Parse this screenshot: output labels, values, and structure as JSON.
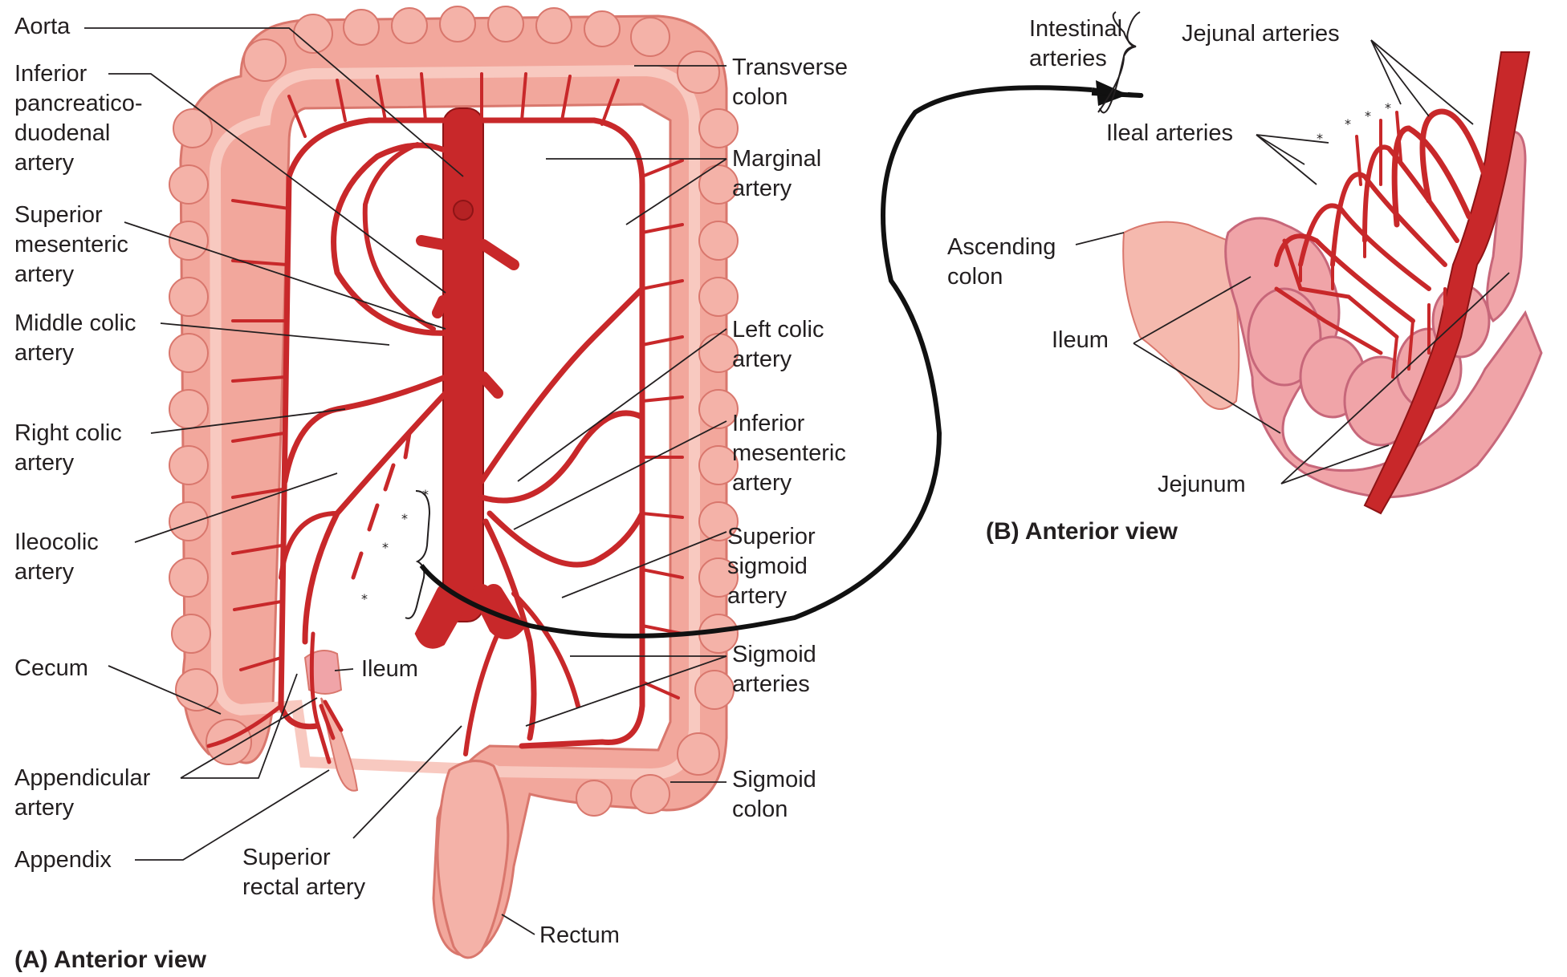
{
  "panel_a": {
    "caption": "(A) Anterior view",
    "labels": {
      "aorta": [
        "Aorta"
      ],
      "inferior_pancreaticoduodenal": [
        "Inferior",
        "pancreatico-",
        "duodenal",
        "artery"
      ],
      "superior_mesenteric": [
        "Superior",
        "mesenteric",
        "artery"
      ],
      "middle_colic": [
        "Middle colic",
        "artery"
      ],
      "right_colic": [
        "Right colic",
        "artery"
      ],
      "ileocolic": [
        "Ileocolic",
        "artery"
      ],
      "cecum": [
        "Cecum"
      ],
      "appendicular": [
        "Appendicular",
        "artery"
      ],
      "appendix": [
        "Appendix"
      ],
      "superior_rectal": [
        "Superior",
        "rectal artery"
      ],
      "ileum": [
        "Ileum"
      ],
      "rectum": [
        "Rectum"
      ],
      "transverse_colon": [
        "Transverse",
        "colon"
      ],
      "marginal": [
        "Marginal",
        "artery"
      ],
      "left_colic": [
        "Left colic",
        "artery"
      ],
      "inferior_mesenteric": [
        "Inferior",
        "mesenteric",
        "artery"
      ],
      "superior_sigmoid": [
        "Superior",
        "sigmoid",
        "artery"
      ],
      "sigmoid_arteries": [
        "Sigmoid",
        "arteries"
      ],
      "sigmoid_colon": [
        "Sigmoid",
        "colon"
      ]
    },
    "star_marker": "*"
  },
  "panel_b": {
    "caption": "(B) Anterior view",
    "labels": {
      "intestinal": [
        "Intestinal",
        "arteries"
      ],
      "jejunal": [
        "Jejunal arteries"
      ],
      "ileal": [
        "Ileal arteries"
      ],
      "ascending_colon": [
        "Ascending",
        "colon"
      ],
      "ileum": [
        "Ileum"
      ],
      "jejunum": [
        "Jejunum"
      ]
    },
    "star_marker": "*"
  },
  "colors": {
    "artery": "#c8282a",
    "artery_dark": "#8e1416",
    "colon": "#f2a79c",
    "colon_light": "#f8c9c0",
    "colon_dark": "#d9776d",
    "small_intestine": "#f0a4a8",
    "leader": "#231f20"
  }
}
